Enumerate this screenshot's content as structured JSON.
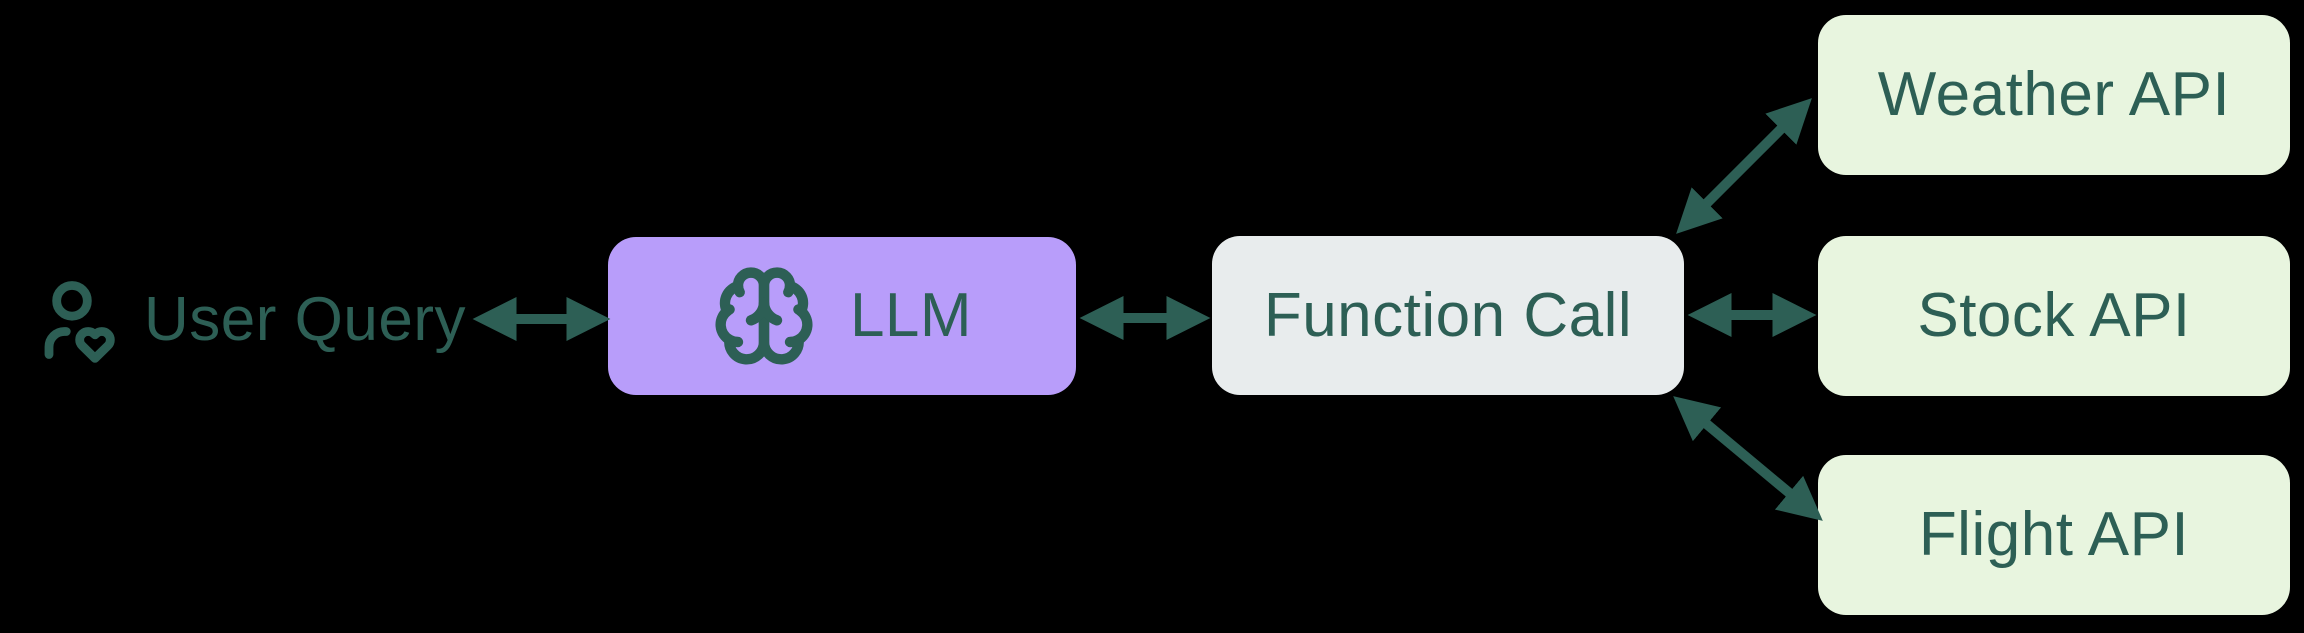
{
  "colors": {
    "background": "#000000",
    "accent": "#2d5f55",
    "llm-fill": "#b89dfa",
    "function-fill": "#e8eced",
    "api-fill": "#e8f5df"
  },
  "nodes": {
    "user_query": {
      "label": "User Query",
      "icon": "user-heart-icon"
    },
    "llm": {
      "label": "LLM",
      "icon": "brain-icon"
    },
    "function_call": {
      "label": "Function Call"
    },
    "apis": [
      {
        "label": "Weather API"
      },
      {
        "label": "Stock API"
      },
      {
        "label": "Flight API"
      }
    ]
  },
  "edges": [
    {
      "from": "User Query",
      "to": "LLM",
      "direction": "bidirectional"
    },
    {
      "from": "LLM",
      "to": "Function Call",
      "direction": "bidirectional"
    },
    {
      "from": "Function Call",
      "to": "Weather API",
      "direction": "bidirectional"
    },
    {
      "from": "Function Call",
      "to": "Stock API",
      "direction": "bidirectional"
    },
    {
      "from": "Function Call",
      "to": "Flight API",
      "direction": "bidirectional"
    }
  ]
}
